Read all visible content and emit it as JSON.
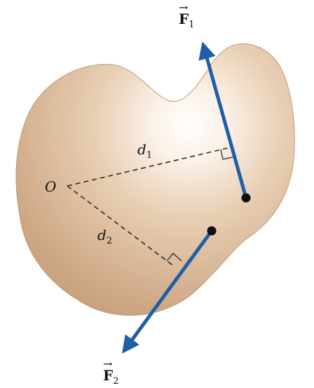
{
  "diagram": {
    "point_label": "O",
    "distance_1": {
      "symbol": "d",
      "subscript": "1"
    },
    "distance_2": {
      "symbol": "d",
      "subscript": "2"
    },
    "force_1": {
      "symbol": "F",
      "subscript": "1",
      "arrow": "→"
    },
    "force_2": {
      "symbol": "F",
      "subscript": "2",
      "arrow": "→"
    }
  },
  "colors": {
    "force_vector": "#1f5fa8",
    "dashed_line": "#2b2b2b",
    "point_of_application": "#111111"
  }
}
